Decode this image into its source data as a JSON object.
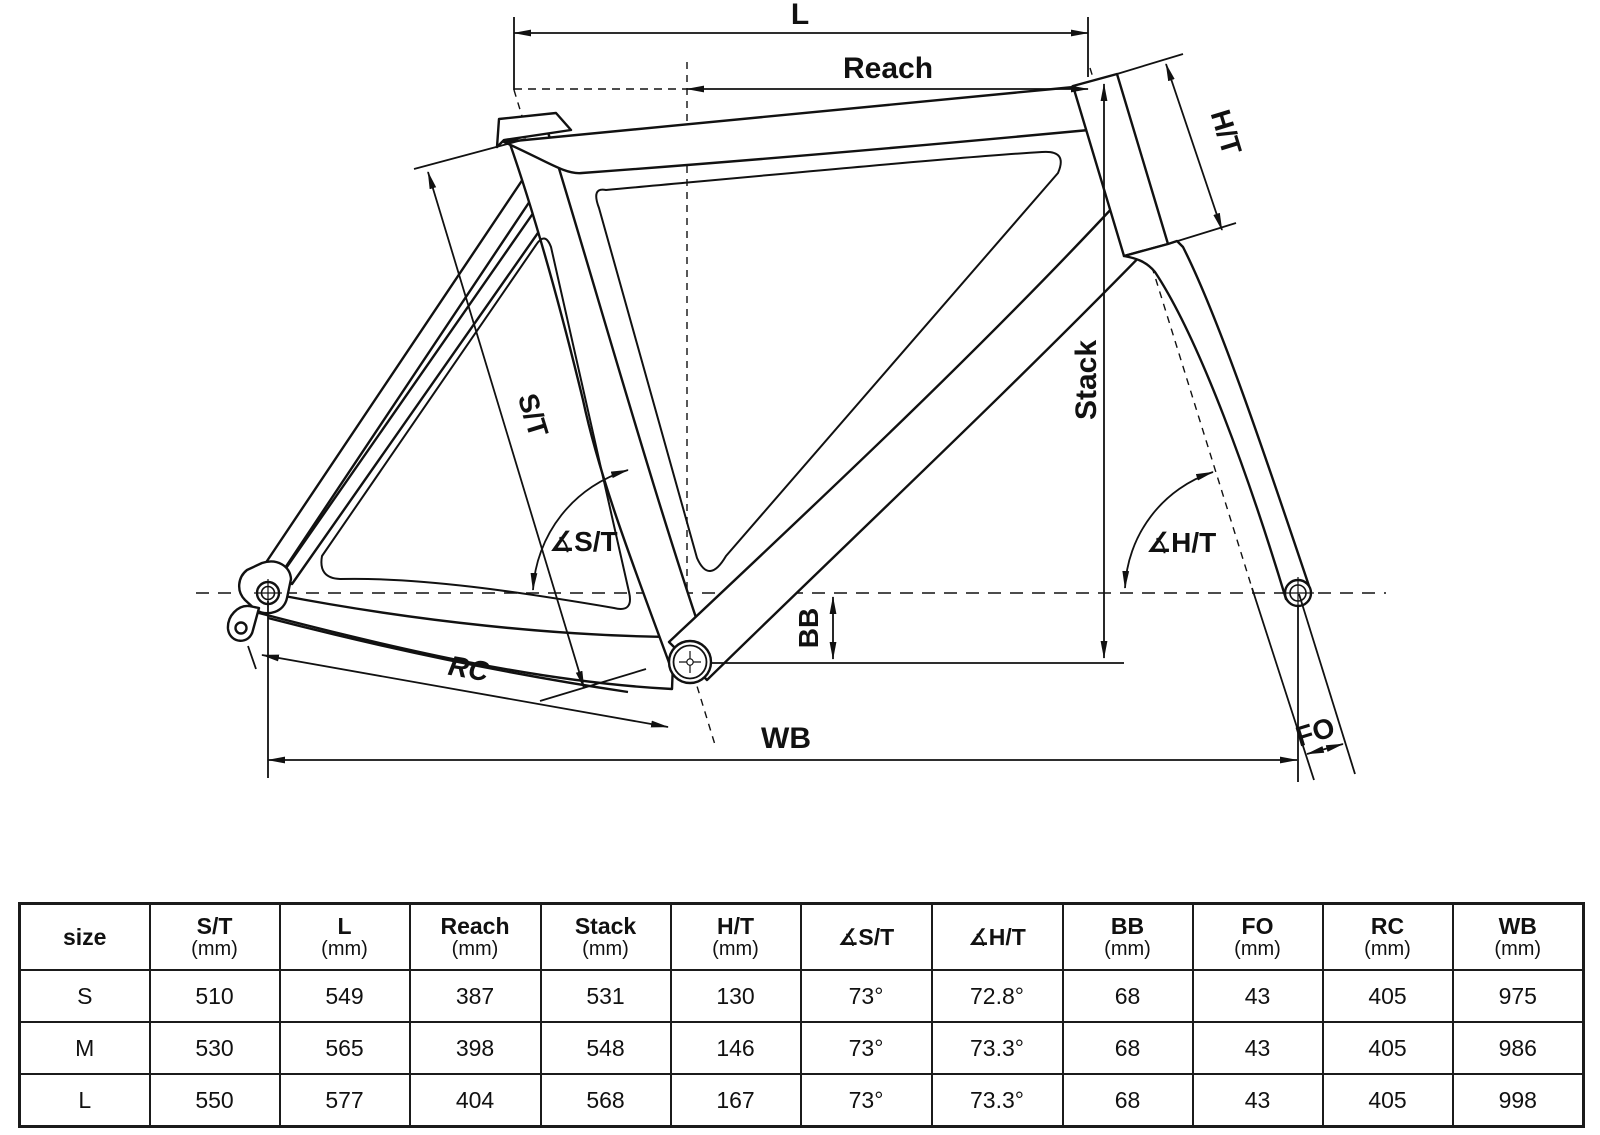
{
  "diagram": {
    "labels": {
      "l": "L",
      "reach": "Reach",
      "ht": "H/T",
      "stack": "Stack",
      "st": "S/T",
      "angle_st": "∡S/T",
      "angle_ht": "∡H/T",
      "bb": "BB",
      "rc": "RC",
      "wb": "WB",
      "fo": "FO"
    },
    "line_color": "#111111"
  },
  "table": {
    "columns": [
      {
        "label": "size",
        "sub": ""
      },
      {
        "label": "S/T",
        "sub": "(mm)"
      },
      {
        "label": "L",
        "sub": "(mm)"
      },
      {
        "label": "Reach",
        "sub": "(mm)"
      },
      {
        "label": "Stack",
        "sub": "(mm)"
      },
      {
        "label": "H/T",
        "sub": "(mm)"
      },
      {
        "label": "∡S/T",
        "sub": ""
      },
      {
        "label": "∡H/T",
        "sub": ""
      },
      {
        "label": "BB",
        "sub": "(mm)"
      },
      {
        "label": "FO",
        "sub": "(mm)"
      },
      {
        "label": "RC",
        "sub": "(mm)"
      },
      {
        "label": "WB",
        "sub": "(mm)"
      }
    ],
    "rows": [
      {
        "cells": [
          "S",
          "510",
          "549",
          "387",
          "531",
          "130",
          "73°",
          "72.8°",
          "68",
          "43",
          "405",
          "975"
        ]
      },
      {
        "cells": [
          "M",
          "530",
          "565",
          "398",
          "548",
          "146",
          "73°",
          "73.3°",
          "68",
          "43",
          "405",
          "986"
        ]
      },
      {
        "cells": [
          "L",
          "550",
          "577",
          "404",
          "568",
          "167",
          "73°",
          "73.3°",
          "68",
          "43",
          "405",
          "998"
        ]
      }
    ]
  }
}
